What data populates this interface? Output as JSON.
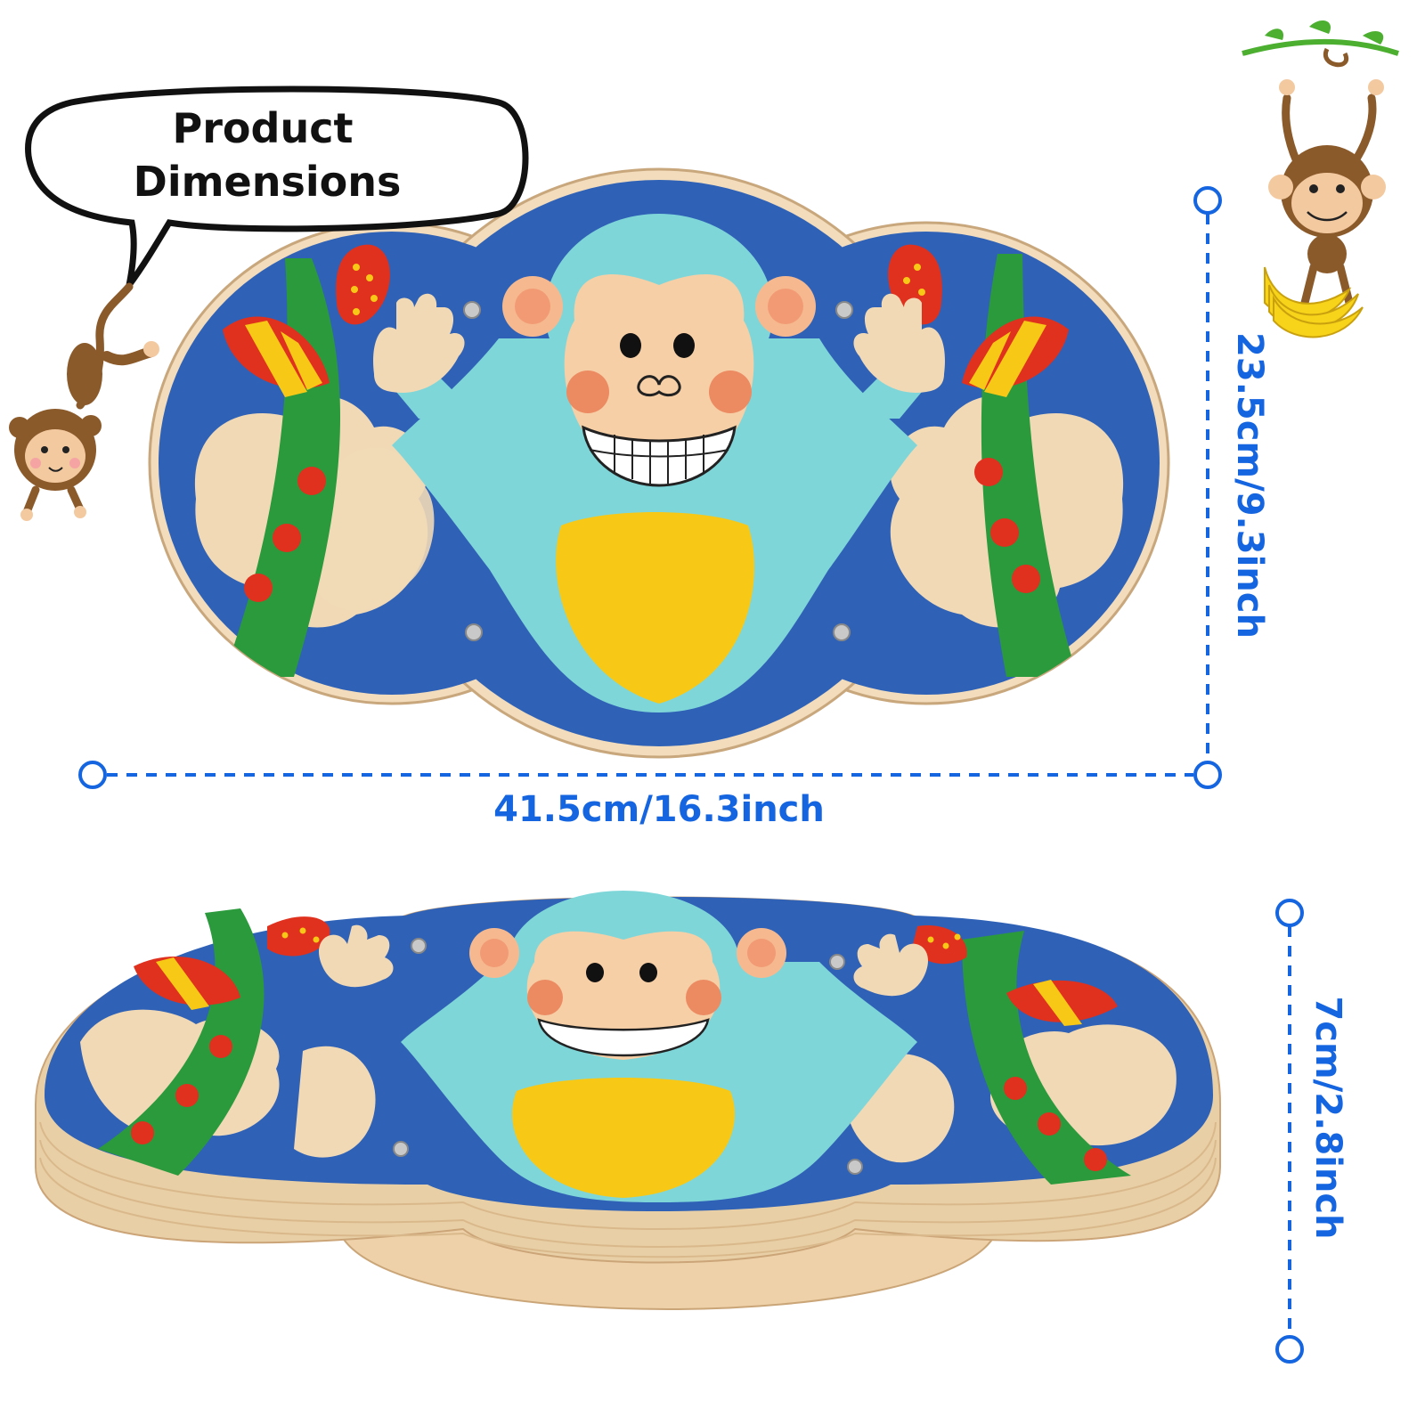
{
  "callout": {
    "line1": "Product",
    "line2": "Dimensions"
  },
  "dimensions": {
    "width": "41.5cm/16.3inch",
    "height": "23.5cm/9.3inch",
    "thickness": "7cm/2.8inch"
  },
  "colors": {
    "dimension_accent": "#1565e0",
    "board_blue": "#2f62b6",
    "monkey_teal": "#7fd6d9",
    "vine_green": "#2a9a3c",
    "belly_yellow": "#f7c816",
    "wood": "#f2dcbc",
    "berry_red": "#e0301e"
  },
  "icons": {
    "top_view": "monkey-balance-board-top-view",
    "side_view": "monkey-balance-board-side-view",
    "cartoon_left": "hanging-monkey-icon",
    "cartoon_right": "monkey-with-banana-icon"
  }
}
